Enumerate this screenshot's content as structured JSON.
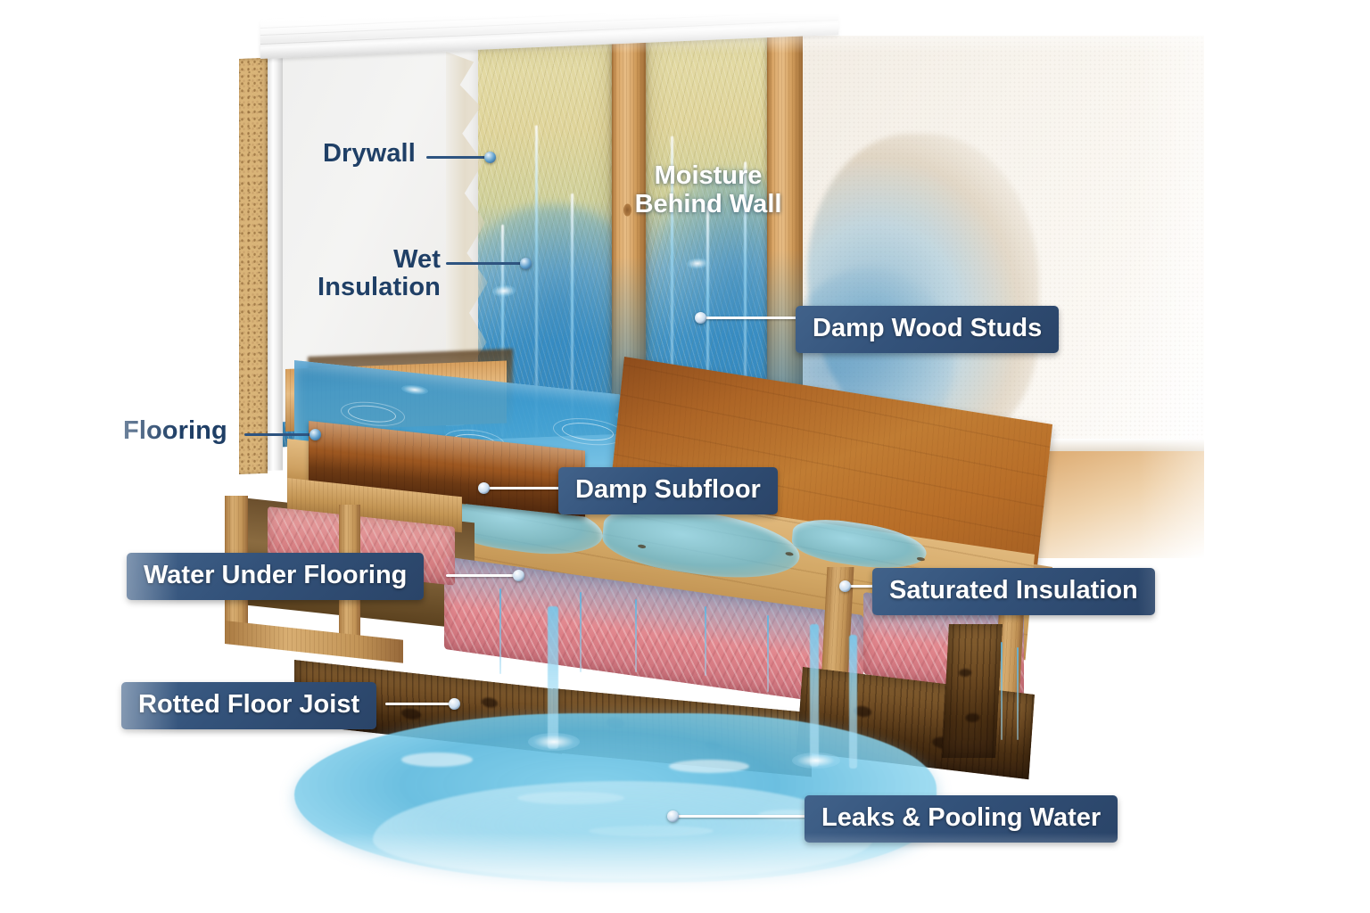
{
  "illustration": {
    "title": "Water damage cross-section cutaway of wall and floor assembly",
    "palette": {
      "label_box_fill": "#33527a",
      "label_text_dark": "#1f3f66",
      "label_text_light": "#ffffff",
      "leader_dark": "#2e5480",
      "leader_light": "#ffffff",
      "water_blue": "#5bbade",
      "wet_insulation_blue": "#3f8fc2",
      "dry_insulation_yellow": "#ddd49a",
      "pink_insulation": "#e8949a",
      "wood_stud": "#d6a263",
      "dark_hardwood": "#7a4017",
      "honey_hardwood": "#b86e28",
      "subfloor": "#d2a765",
      "rotted_wood": "#4a2f12",
      "drywall": "#f1f1f0",
      "osb_sheathing": "#d9b478",
      "background": "#ffffff"
    },
    "labels": [
      {
        "id": "drywall",
        "text": "Drywall",
        "style": "plain"
      },
      {
        "id": "wet-insulation",
        "text": "Wet\nInsulation",
        "style": "plain"
      },
      {
        "id": "moisture-behind-wall",
        "text": "Moisture\nBehind Wall",
        "style": "white-no-box"
      },
      {
        "id": "damp-wood-studs",
        "text": "Damp Wood Studs",
        "style": "box"
      },
      {
        "id": "flooring",
        "text": "Flooring",
        "style": "plain"
      },
      {
        "id": "damp-subfloor",
        "text": "Damp Subfloor",
        "style": "box"
      },
      {
        "id": "water-under-flooring",
        "text": "Water Under Flooring",
        "style": "box"
      },
      {
        "id": "saturated-insulation",
        "text": "Saturated Insulation",
        "style": "box"
      },
      {
        "id": "rotted-floor-joist",
        "text": "Rotted Floor Joist",
        "style": "box"
      },
      {
        "id": "leaks-pooling-water",
        "text": "Leaks & Pooling Water",
        "style": "box"
      }
    ]
  }
}
